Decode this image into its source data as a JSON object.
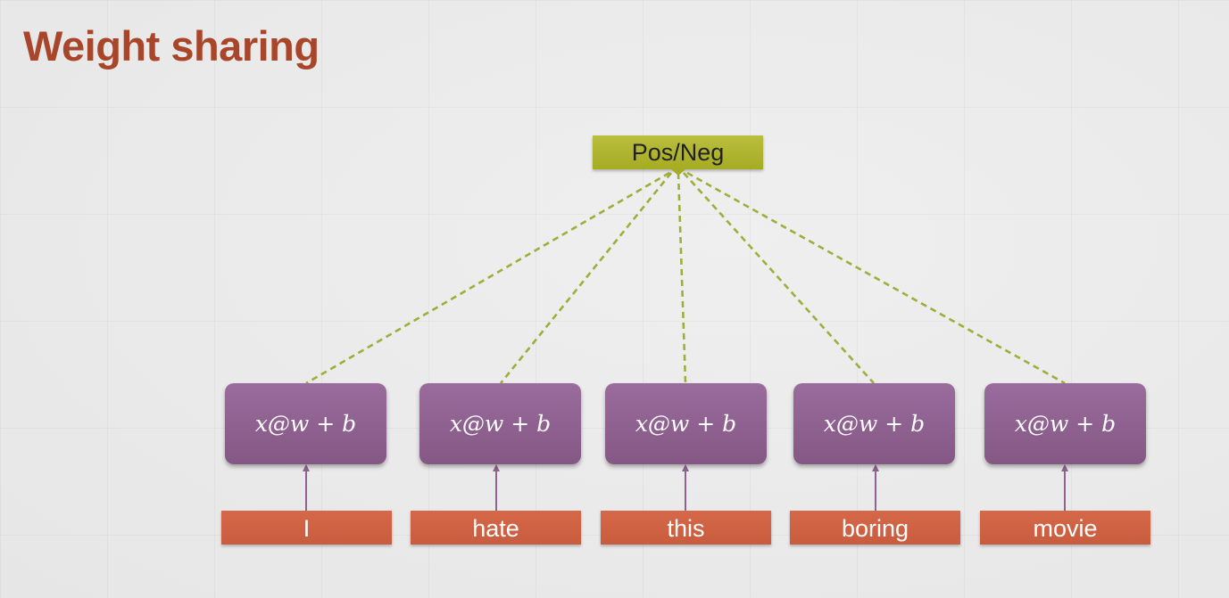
{
  "slide": {
    "title": "Weight sharing"
  },
  "diagram": {
    "output_label": "Pos/Neg",
    "shared_layer_label": "x@w + b",
    "tokens": [
      "I",
      "hate",
      "this",
      "boring",
      "movie"
    ],
    "colors": {
      "title": "#a9462a",
      "output_box": "#adb32c",
      "layer_box": "#8f6290",
      "word_box": "#cf6244",
      "dashed_connector": "#9fae3a",
      "arrow": "#8f6290"
    }
  }
}
